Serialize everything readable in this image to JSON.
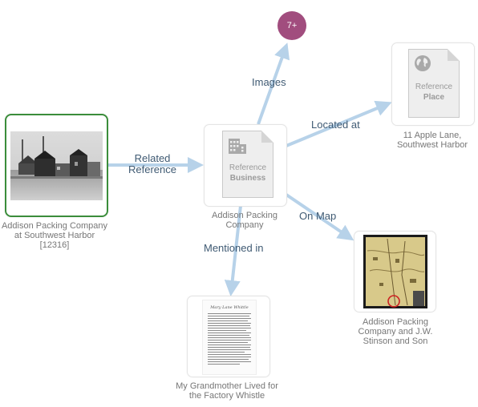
{
  "colors": {
    "edge": "#b7d2e9",
    "label": "#3f5a73",
    "selected_border": "#3b8d3b",
    "bubble": "#a14d7e"
  },
  "nodes": {
    "center": {
      "ref_line1": "Reference",
      "ref_line2": "Business",
      "caption": "Addison Packing Company",
      "icon": "building-icon"
    },
    "images_bubble": {
      "count": "7+"
    },
    "place": {
      "ref_line1": "Reference",
      "ref_line2": "Place",
      "caption": "11 Apple Lane, Southwest Harbor",
      "icon": "globe-icon"
    },
    "photo": {
      "caption": "Addison Packing Company at Southwest Harbor [12316]"
    },
    "map": {
      "caption": "Addison Packing Company and J.W. Stinson and Son"
    },
    "document": {
      "caption": "My Grandmother Lived for the Factory Whistle",
      "doc_title": "Mary Lane Whittle"
    }
  },
  "edges": {
    "images": "Images",
    "located_at": "Located at",
    "related_line1": "Related",
    "related_line2": "Reference",
    "on_map": "On Map",
    "mentioned_in": "Mentioned in"
  }
}
